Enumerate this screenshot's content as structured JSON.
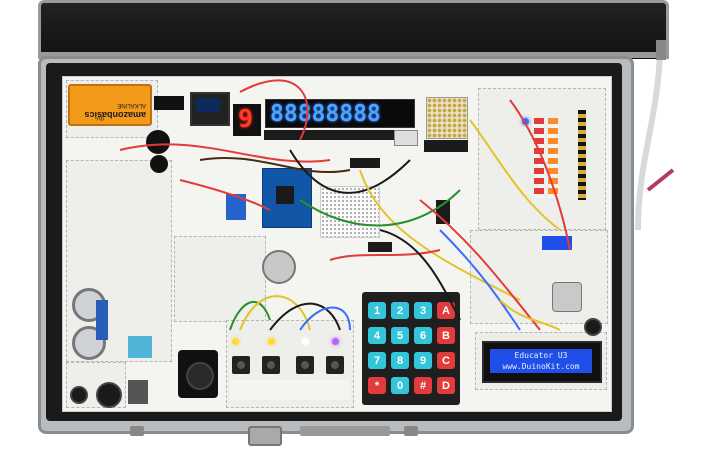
{
  "photo": {
    "subject": "educator-kit-in-briefcase"
  },
  "battery": {
    "brand": "amazonbasics",
    "type": "ALKALINE",
    "volts": "9V"
  },
  "display_7seg_single": {
    "digit": "9"
  },
  "display_7seg_8digit": {
    "digits": "88888888"
  },
  "lcd": {
    "line1": "Educator U3",
    "line2": "www.DuinoKit.com"
  },
  "keypad": {
    "keys": [
      "1",
      "2",
      "3",
      "A",
      "4",
      "5",
      "6",
      "B",
      "7",
      "8",
      "9",
      "C",
      "*",
      "0",
      "#",
      "D"
    ]
  },
  "colors": {
    "lcd_bg": "#1f4fe8",
    "seg_blue": "#4da3ff",
    "seg_red": "#ff3a2a",
    "key_cyan": "#33c6da",
    "key_red": "#e23b3b",
    "arduino_blue": "#1256a8",
    "battery_orange": "#f39a1b"
  }
}
